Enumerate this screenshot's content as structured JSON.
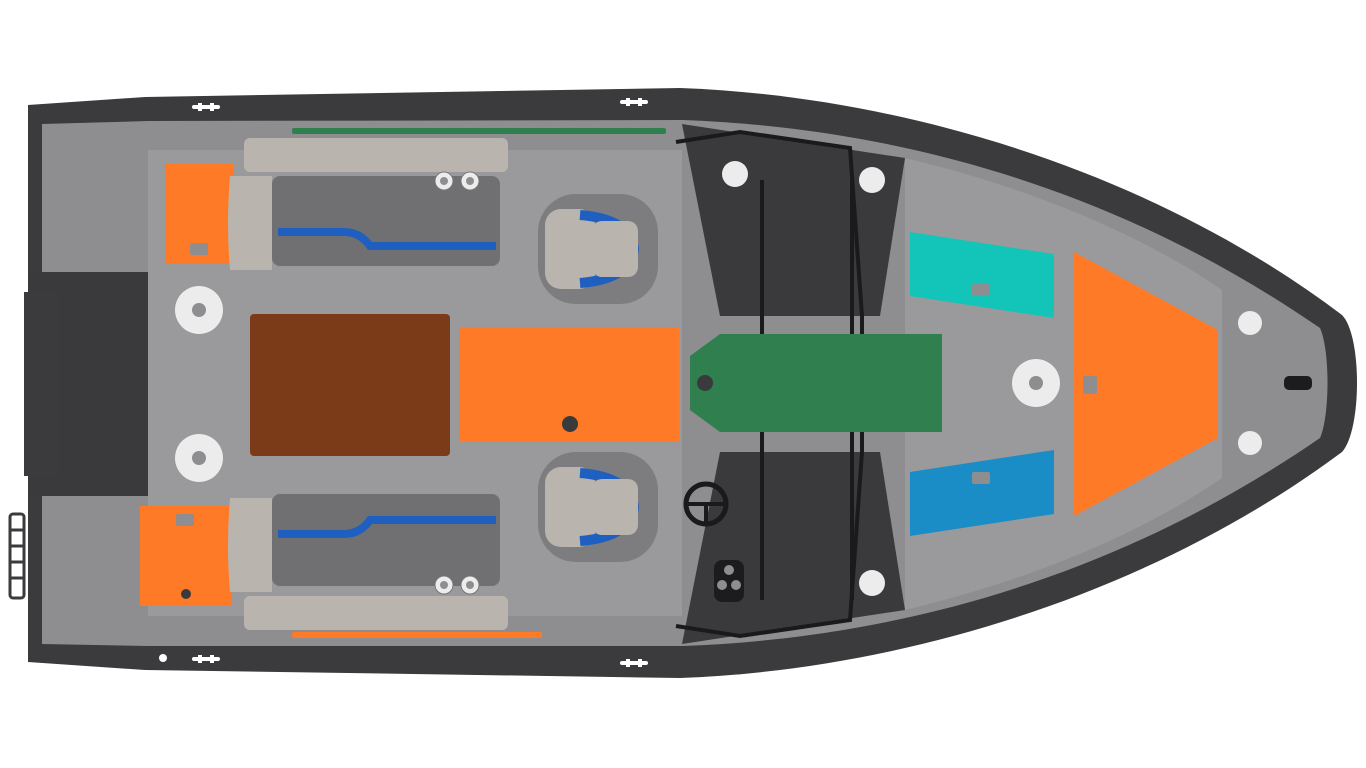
{
  "diagram": {
    "subject": "boat-deck-layout-top-view",
    "colors": {
      "background": "#ffffff",
      "hull_rub_rail": "#3b3b3d",
      "deck": "#8e8e90",
      "deck_inner": "#9a9a9c",
      "console_dark": "#3a3a3c",
      "seat_light": "#b9b4ad",
      "seat_dark": "#707072",
      "seat_blue": "#1f5fc0",
      "storage_orange": "#ff7a26",
      "livewell_brown": "#7b3b18",
      "cast_deck_green": "#2f7f4f",
      "hatch_teal": "#13c4b8",
      "hatch_blue": "#1a8cc6",
      "fixture_white": "#ececec"
    },
    "zones": [
      {
        "id": "aft-port-storage",
        "color": "storage_orange"
      },
      {
        "id": "aft-starboard-storage",
        "color": "storage_orange"
      },
      {
        "id": "center-storage",
        "color": "storage_orange"
      },
      {
        "id": "bow-storage",
        "color": "storage_orange"
      },
      {
        "id": "livewell",
        "color": "livewell_brown"
      },
      {
        "id": "casting-deck",
        "color": "cast_deck_green"
      },
      {
        "id": "bow-hatch-port",
        "color": "hatch_teal"
      },
      {
        "id": "bow-hatch-starboard",
        "color": "hatch_blue"
      },
      {
        "id": "port-rail-strip",
        "color": "cast_deck_green"
      },
      {
        "id": "starboard-rail-strip",
        "color": "storage_orange"
      }
    ],
    "icons": [
      "cleat-icon",
      "cup-holder-icon",
      "latch-icon",
      "speaker-icon",
      "steering-wheel-icon",
      "ladder-icon"
    ]
  }
}
